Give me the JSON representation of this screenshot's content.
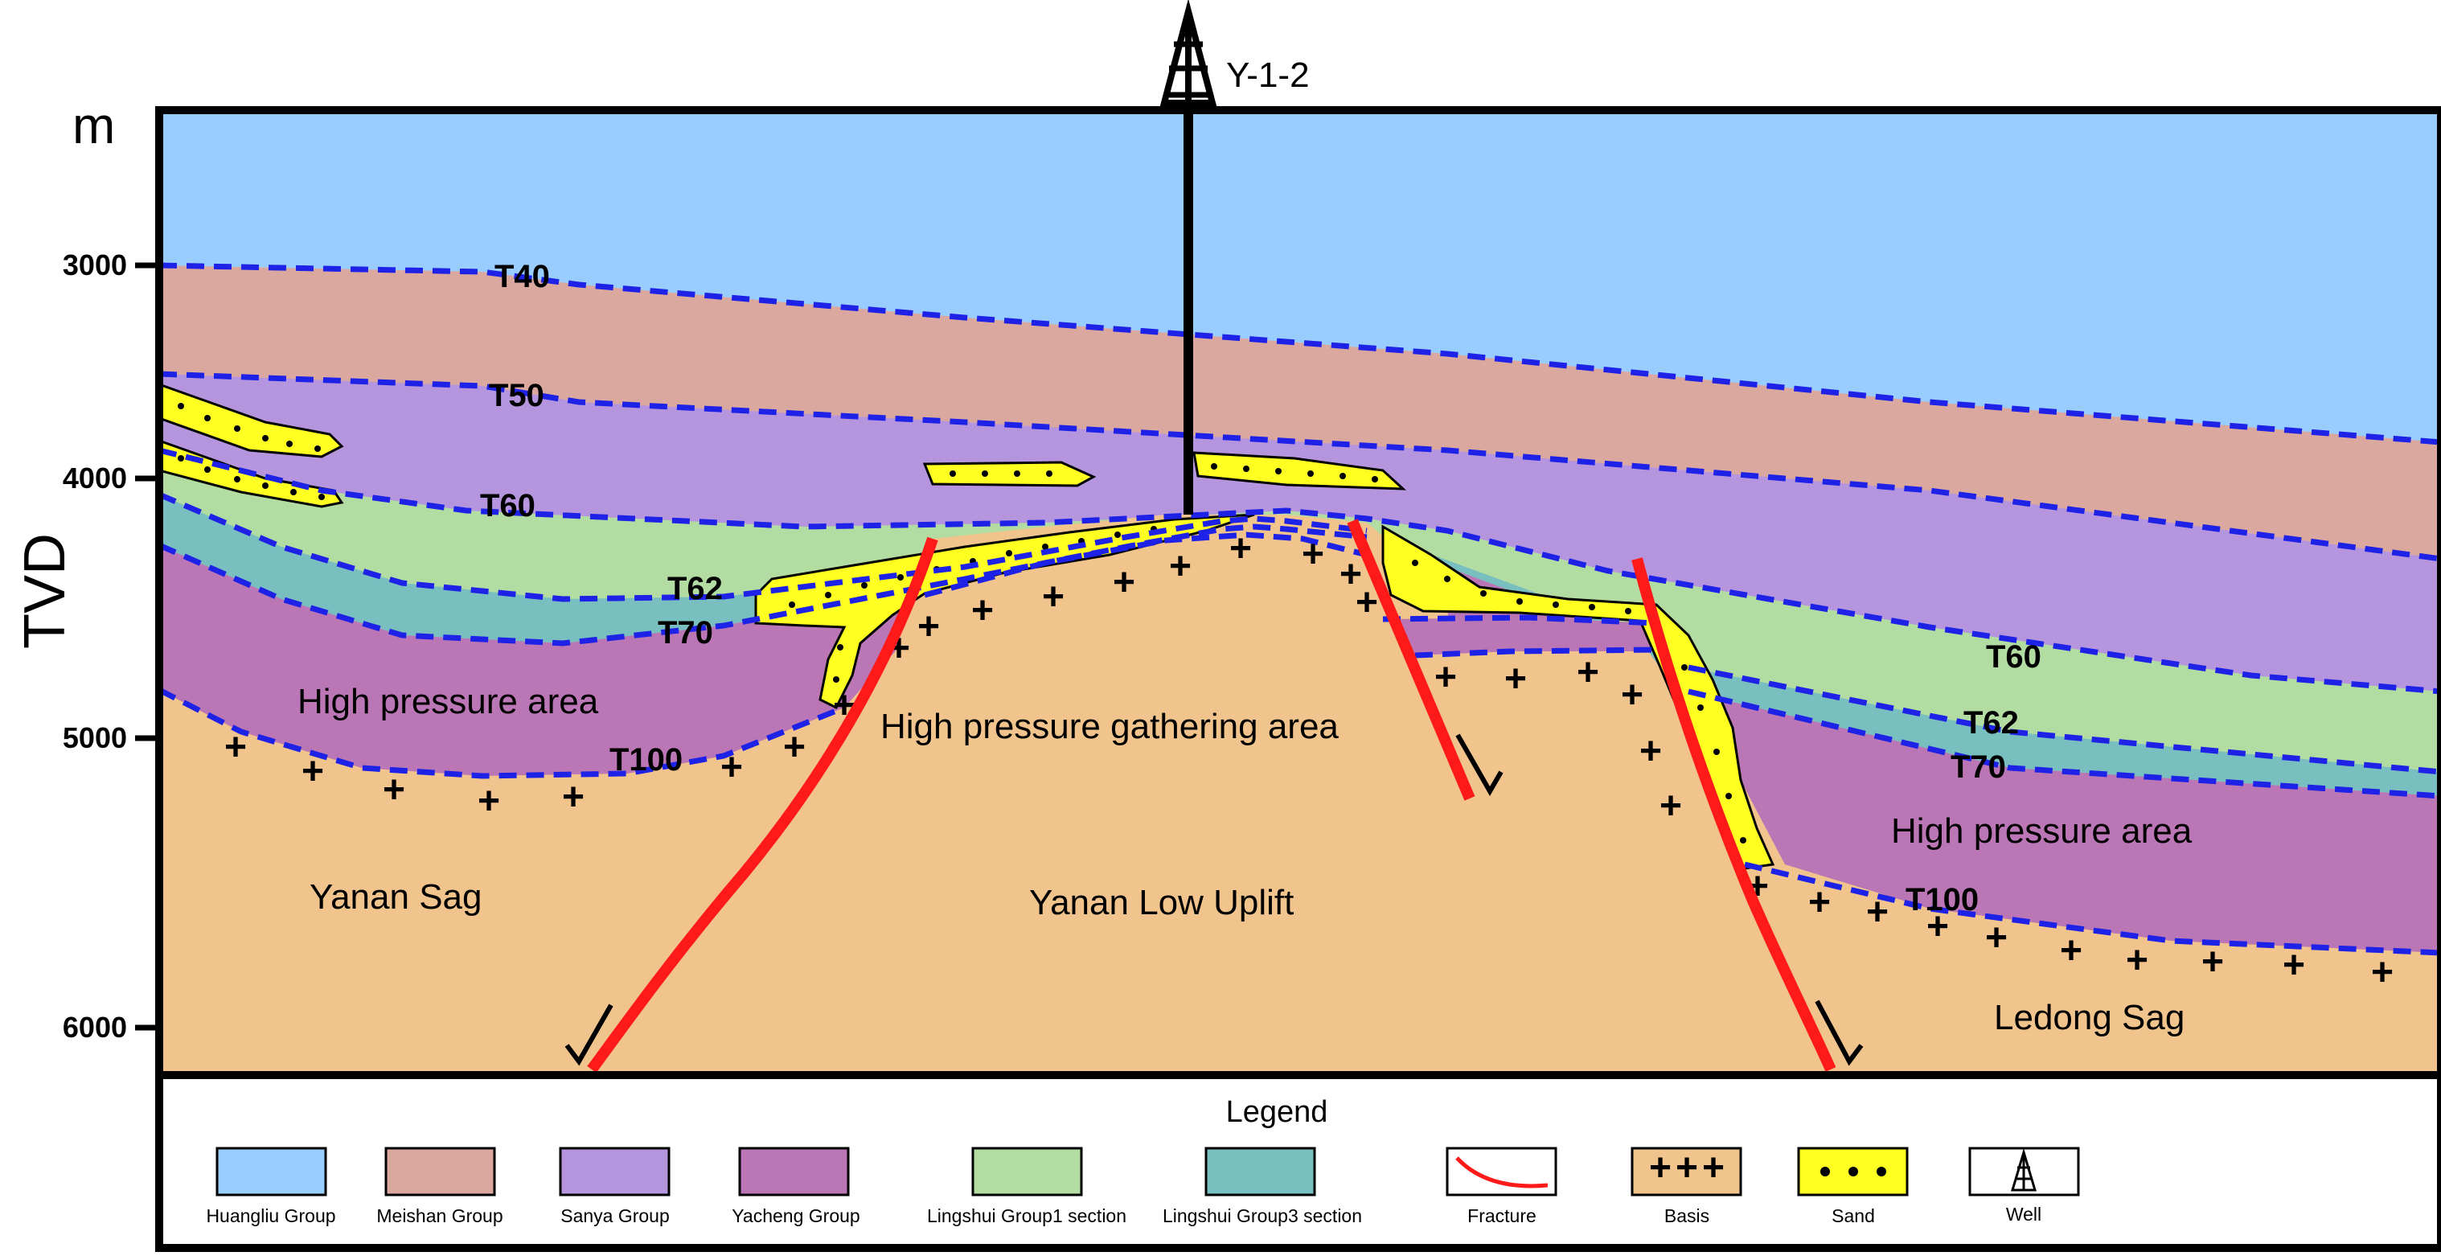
{
  "well": {
    "name": "Y-1-2"
  },
  "axis": {
    "unit": "m",
    "ylabel": "TVD",
    "ticks": [
      "3000",
      "4000",
      "5000",
      "6000"
    ]
  },
  "horizons": {
    "t40": "T40",
    "t50": "T50",
    "t60_left": "T60",
    "t60_right": "T60",
    "t62_left": "T62",
    "t62_right": "T62",
    "t70_left": "T70",
    "t70_right": "T70",
    "t100_left": "T100",
    "t100_right": "T100"
  },
  "areas": {
    "hp_left": "High pressure area",
    "hp_gather": "High pressure gathering area",
    "hp_right": "High pressure area",
    "yanan_sag": "Yanan Sag",
    "uplift": "Yanan Low Uplift",
    "ledong_sag": "Ledong Sag"
  },
  "legend": {
    "title": "Legend",
    "items": [
      {
        "key": "huangliu",
        "label": "Huangliu Group",
        "color": "#99CCFF"
      },
      {
        "key": "meishan",
        "label": "Meishan Group",
        "color": "#DBA8A0"
      },
      {
        "key": "sanya",
        "label": "Sanya Group",
        "color": "#B596DE"
      },
      {
        "key": "yacheng",
        "label": "Yacheng Group",
        "color": "#BB76B6"
      },
      {
        "key": "lingshui1",
        "label": "Lingshui Group1 section",
        "color": "#B2DCA2"
      },
      {
        "key": "lingshui3",
        "label": "Lingshui Group3 section",
        "color": "#7ABFBF"
      },
      {
        "key": "fracture",
        "label": "Fracture",
        "color": "#FF0000"
      },
      {
        "key": "basis",
        "label": "Basis",
        "color": "#F0C48C"
      },
      {
        "key": "sand",
        "label": "Sand",
        "color": "#FFFF22"
      },
      {
        "key": "well",
        "label": "Well",
        "color": "#FFFFFF"
      }
    ]
  },
  "colors": {
    "horizon_line": "#1E22E6",
    "fault": "#FF1A1A",
    "frame": "#000000"
  }
}
